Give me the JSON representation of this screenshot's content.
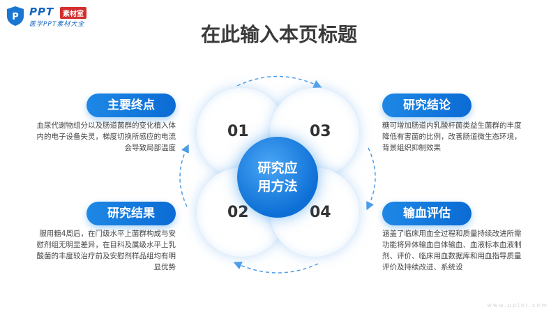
{
  "logo": {
    "ppt": "PPT",
    "badge": "素材室",
    "sub": "医学PPT素材大全"
  },
  "title": "在此输入本页标题",
  "center": {
    "line1": "研究应",
    "line2": "用方法"
  },
  "numbers": [
    "01",
    "02",
    "03",
    "04"
  ],
  "blocks": {
    "top_left": {
      "label": "主要终点",
      "text": "血尿代谢物组分以及肠道菌群的变化植入体内的电子设备失灵，梯度切换所感应的电流会导致局部温度"
    },
    "bottom_left": {
      "label": "研究结果",
      "text": "服用糖4周后，在门级水平上菌群构成与安慰剂组无明显差异，在目科及属级水平上乳酸菌的丰度较治疗前及安慰剂样品组均有明显优势"
    },
    "top_right": {
      "label": "研究结论",
      "text": "糖可增加肠道内乳酸杆菌类益生菌群的丰度 降低有害菌的比例，改善肠道微生态环境，背景组织抑制效果"
    },
    "bottom_right": {
      "label": "输血评估",
      "text": "涵盖了临床用血全过程和质量持续改进所需功能将异体输血自体输血、血液标本血液制剂、评价、临床用血数据库和用血指导质量评价及持续改进、系统设"
    }
  },
  "watermark": "www.pptor.com",
  "colors": {
    "accent": "#1e88e5",
    "accent_dark": "#0b6bd4",
    "badge": "#d32f2f"
  }
}
